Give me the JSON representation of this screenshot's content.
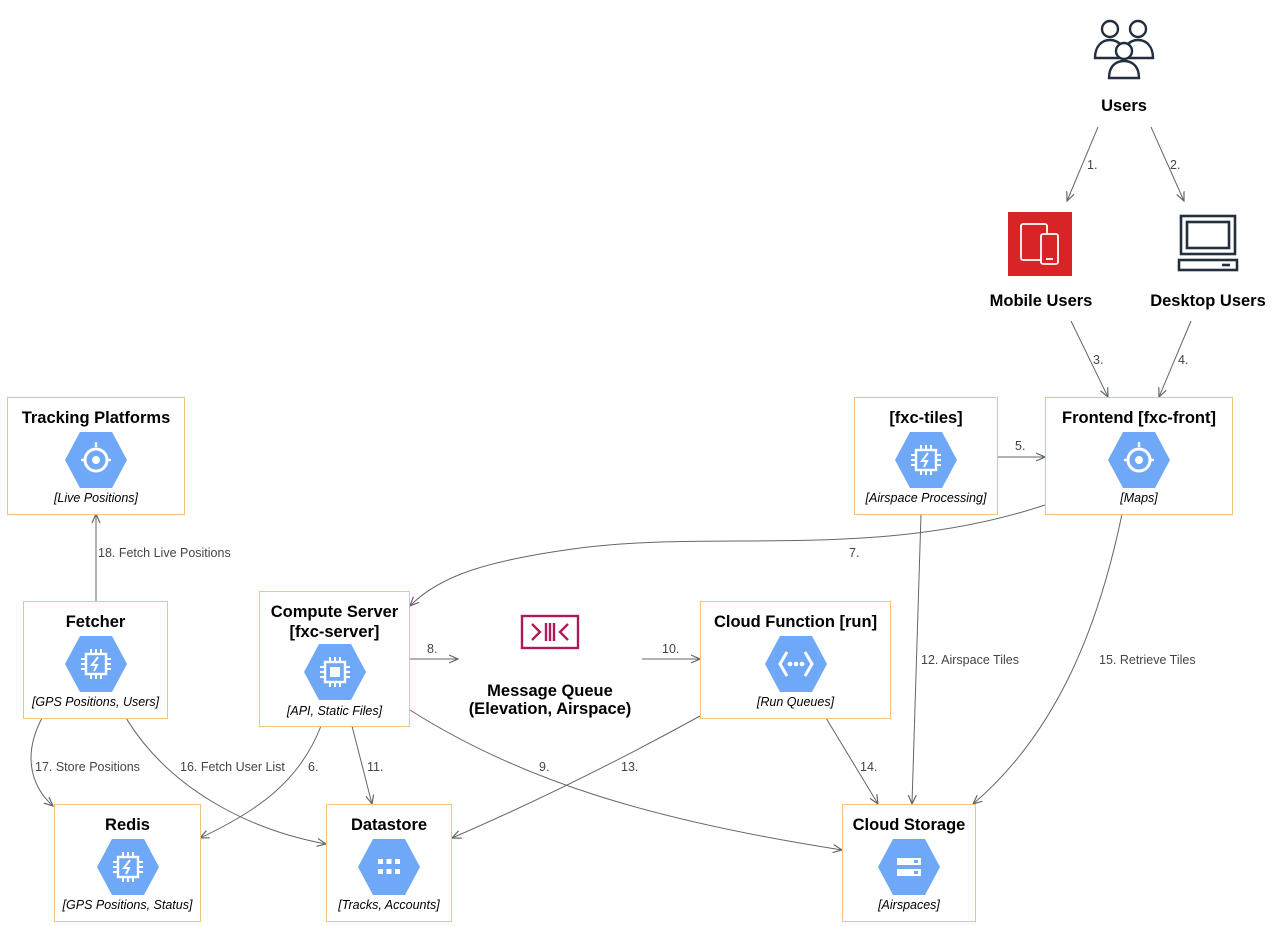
{
  "actors": {
    "users": "Users",
    "mobile_users": "Mobile Users",
    "desktop_users": "Desktop Users"
  },
  "nodes": {
    "tracking": {
      "title": "Tracking Platforms",
      "sub": "[Live Positions]"
    },
    "tiles": {
      "title": "[fxc-tiles]",
      "sub": "[Airspace Processing]"
    },
    "frontend": {
      "title": "Frontend [fxc-front]",
      "sub": "[Maps]"
    },
    "fetcher": {
      "title": "Fetcher",
      "sub": "[GPS Positions, Users]"
    },
    "compute": {
      "title_line1": "Compute Server",
      "title_line2": "[fxc-server]",
      "sub": "[API, Static Files]"
    },
    "cloudfn": {
      "title": "Cloud Function [run]",
      "sub": "[Run Queues]"
    },
    "redis": {
      "title": "Redis",
      "sub": "[GPS Positions, Status]"
    },
    "datastore": {
      "title": "Datastore",
      "sub": "[Tracks, Accounts]"
    },
    "storage": {
      "title": "Cloud Storage",
      "sub": "[Airspaces]"
    },
    "queue": {
      "title_line1": "Message Queue",
      "title_line2": "(Elevation, Airspace)"
    }
  },
  "edges": {
    "e1": "1.",
    "e2": "2.",
    "e3": "3.",
    "e4": "4.",
    "e5": "5.",
    "e6": "6.",
    "e7": "7.",
    "e8": "8.",
    "e9": "9.",
    "e10": "10.",
    "e11": "11.",
    "e12": "12. Airspace Tiles",
    "e13": "13.",
    "e14": "14.",
    "e15": "15. Retrieve Tiles",
    "e16": "16. Fetch User List",
    "e17": "17. Store Positions",
    "e18": "18. Fetch Live Positions"
  },
  "colors": {
    "hexagon": "#6fa8f7",
    "node_border": "#f2c47a",
    "mobile_red": "#d92427",
    "queue_magenta": "#b0185a",
    "edge": "#666666"
  },
  "icons": {
    "users": "users-group-icon",
    "mobile": "mobile-device-icon",
    "desktop": "desktop-monitor-icon",
    "queue": "message-queue-icon"
  }
}
